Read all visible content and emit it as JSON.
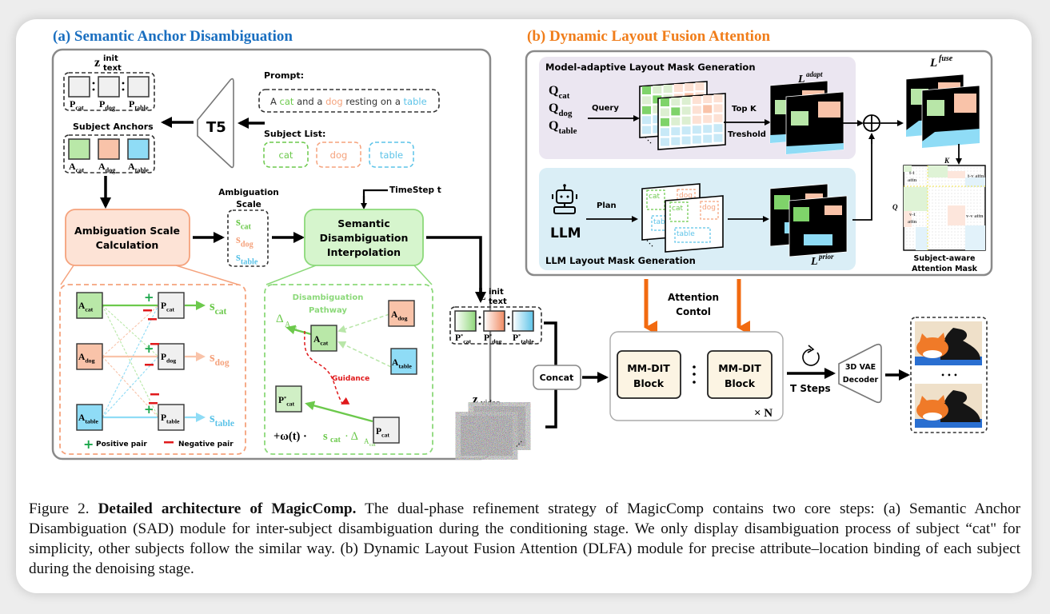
{
  "panel_a": {
    "title": "(a) Semantic Anchor Disambiguation",
    "title_color": "#1a6fc0",
    "z_text_init_label": "z",
    "z_sup": "init",
    "z_sub": "text",
    "prompt_tokens": [
      {
        "label": "P",
        "sub": "cat"
      },
      {
        "label": "P",
        "sub": "dog"
      },
      {
        "label": "P",
        "sub": "table"
      }
    ],
    "subject_anchors_label": "Subject Anchors",
    "anchors": [
      {
        "label": "A",
        "sub": "cat",
        "color": "#b9e8a8"
      },
      {
        "label": "A",
        "sub": "dog",
        "color": "#f9c3a9"
      },
      {
        "label": "A",
        "sub": "table",
        "color": "#8fdcf6"
      }
    ],
    "encoder_label": "T5",
    "prompt_header": "Prompt:",
    "prompt_text": [
      {
        "text": "A ",
        "color": "#333333"
      },
      {
        "text": "cat",
        "color": "#6cc94c"
      },
      {
        "text": " and a ",
        "color": "#333333"
      },
      {
        "text": "dog",
        "color": "#f5a27c"
      },
      {
        "text": " resting on a ",
        "color": "#333333"
      },
      {
        "text": "table",
        "color": "#5cc3e8"
      }
    ],
    "subject_list_header": "Subject List:",
    "subject_list": [
      {
        "text": "cat",
        "color": "#6cc94c"
      },
      {
        "text": "dog",
        "color": "#f5a27c"
      },
      {
        "text": "table",
        "color": "#5cc3e8"
      }
    ],
    "ambiguation_calc_label_1": "Ambiguation Scale",
    "ambiguation_calc_label_2": "Calculation",
    "ambiguation_scale_label_1": "Ambiguation",
    "ambiguation_scale_label_2": "Scale",
    "scales": [
      {
        "label": "s",
        "sub": "cat",
        "color": "#6cc94c"
      },
      {
        "label": "s",
        "sub": "dog",
        "color": "#f5a27c"
      },
      {
        "label": "s",
        "sub": "table",
        "color": "#5cc3e8"
      }
    ],
    "timestep_label": "TimeStep t",
    "interp_label_1": "Semantic",
    "interp_label_2": "Disambiguation",
    "interp_label_3": "Interpolation",
    "legend_positive": "Positive pair",
    "legend_negative": "Negative pair",
    "pathway_label_1": "Disambiguation",
    "pathway_label_2": "Pathway",
    "delta_label": "Δ",
    "delta_sub": "A",
    "delta_subsub": "cat",
    "guidance_label": "Guidance",
    "formula_prefix": "+ω(t) · ",
    "formula_s": "s",
    "formula_s_sub": "cat",
    "formula_mid": " · Δ",
    "p_star_label": "P",
    "p_star_sub": "cat",
    "p_star_sup": "*"
  },
  "panel_b": {
    "title": "(b) Dynamic Layout Fusion Attention",
    "title_color": "#f07d1a",
    "adaptive_header": "Model-adaptive Layout Mask Generation",
    "queries": [
      {
        "label": "Q",
        "sub": "cat"
      },
      {
        "label": "Q",
        "sub": "dog"
      },
      {
        "label": "Q",
        "sub": "table"
      }
    ],
    "query_label": "Query",
    "topk_label": "Top K",
    "threshold_label": "Treshold",
    "l_adapt_label": "L",
    "l_adapt_sup": "adapt",
    "l_fuse_label": "L",
    "l_fuse_sup": "fuse",
    "llm_header": "LLM Layout Mask Generation",
    "llm_label": "LLM",
    "plan_label": "Plan",
    "layout_boxes": [
      "cat",
      "dog",
      "table"
    ],
    "l_prior_label": "L",
    "l_prior_sup": "prior",
    "mask_k": "K",
    "mask_q": "Q",
    "mask_cells": [
      "t-t attn",
      "t-v attn",
      "v-t attn",
      "v-v attn"
    ],
    "mask_caption_1": "Subject-aware",
    "mask_caption_2": "Attention Mask",
    "attention_control_1": "Attention",
    "attention_control_2": "Contol",
    "refined_tokens": [
      {
        "label": "P",
        "sub": "cat",
        "color": "#8fd77a"
      },
      {
        "label": "P",
        "sub": "dog",
        "color": "#f08a62"
      },
      {
        "label": "P",
        "sub": "table",
        "color": "#5cc3e8"
      }
    ],
    "concat_label": "Concat",
    "z_video_label": "z",
    "z_video_sub": "video",
    "block_label_1": "MM-DIT",
    "block_label_2": "Block",
    "repeat_label": "× N",
    "tsteps_label": "T Steps",
    "decoder_label_1": "3D VAE",
    "decoder_label_2": "Decoder",
    "ellipsis": "• • •"
  },
  "colors": {
    "green": "#6cc94c",
    "orange": "#f5a27c",
    "blue": "#5cc3e8",
    "red": "#e0191b",
    "accent_orange": "#f26a10"
  },
  "caption": {
    "prefix": "Figure 2. ",
    "bold": "Detailed architecture of MagicComp.",
    "body": " The dual-phase refinement strategy of MagicComp contains two core steps: (a) Semantic Anchor Disambiguation (SAD) module for inter-subject disambiguation during the conditioning stage.  We only display disambiguation process of subject “cat\" for simplicity, other subjects follow the similar way.  (b) Dynamic Layout Fusion Attention (DLFA) module for precise attribute–location binding of each subject during the denoising stage."
  }
}
